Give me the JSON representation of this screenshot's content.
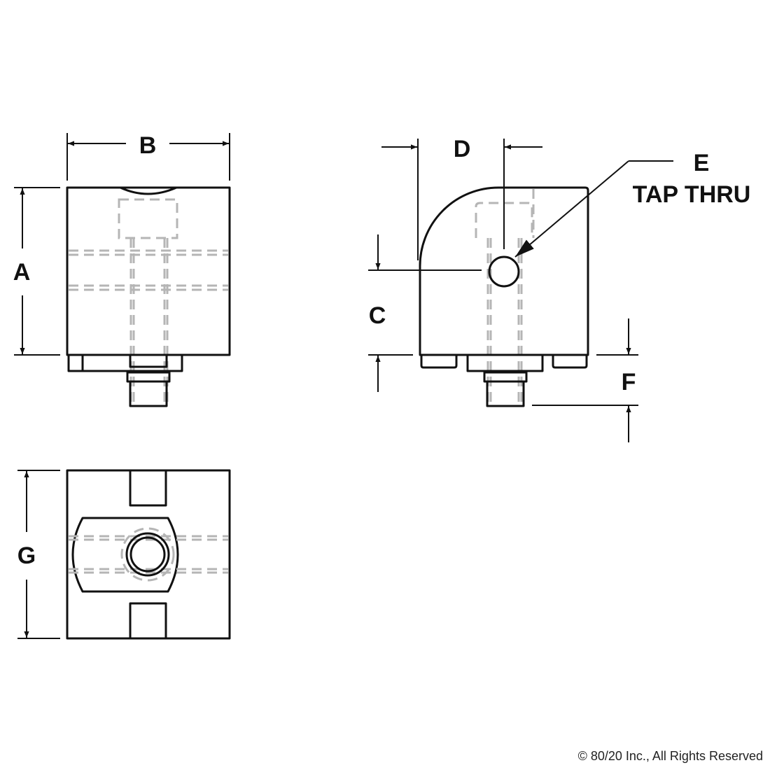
{
  "labels": {
    "a": "A",
    "b": "B",
    "c": "C",
    "d": "D",
    "e": "E",
    "tap_thru": "TAP THRU",
    "f": "F",
    "g": "G"
  },
  "copyright": "© 80/20 Inc., All Rights Reserved",
  "colors": {
    "line": "#111111",
    "hidden": "#b5b5b5"
  }
}
